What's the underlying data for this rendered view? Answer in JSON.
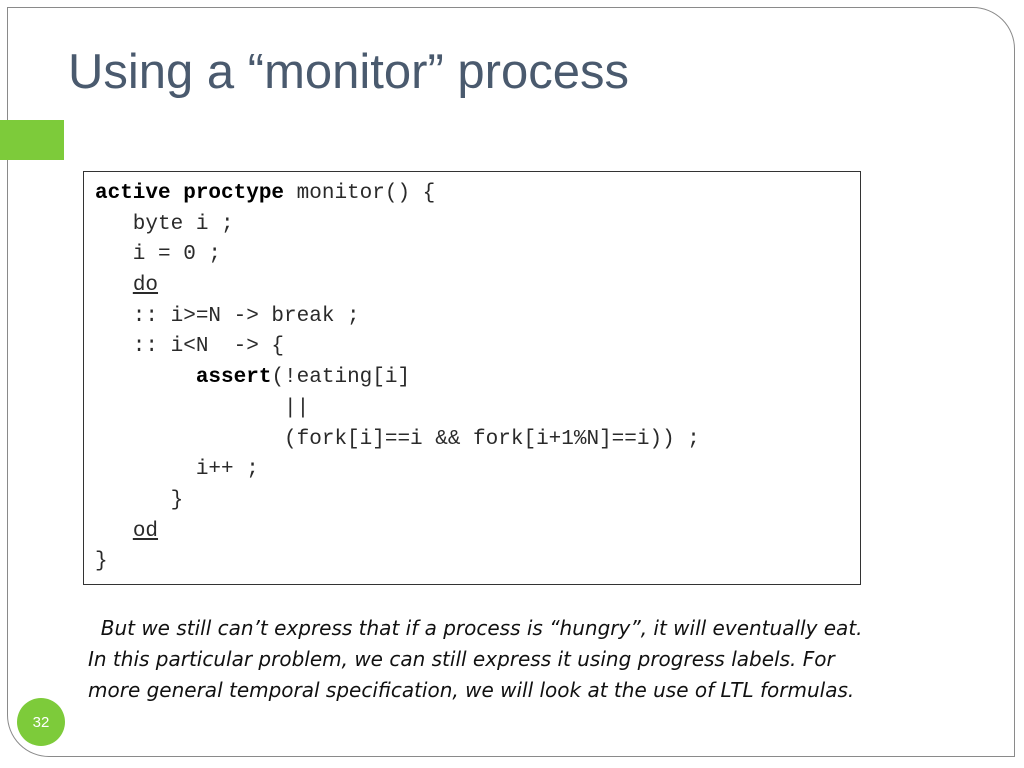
{
  "slide": {
    "title": "Using a “monitor” process",
    "page_number": "32",
    "accent_color": "#7dcb3a",
    "note": "  But we still can’t express that if a process is “hungry”, it will eventually eat. In this particular problem, we can still express it using progress labels. For more general temporal specification, we will look at the use of LTL formulas."
  },
  "code": {
    "l1": {
      "kw": "active proctype",
      "rest": " monitor() {"
    },
    "l2": {
      "text": "   byte i ;"
    },
    "l3": {
      "text": "   i = 0 ;"
    },
    "l4": {
      "indent": "   ",
      "do_kw": "do"
    },
    "l5": {
      "text": "   :: i>=N -> break ;"
    },
    "l6": {
      "text": "   :: i<N  -> {"
    },
    "l7": {
      "indent": "        ",
      "kw": "assert",
      "rest": "(!eating[i]"
    },
    "l8": {
      "text": "               ||"
    },
    "l9": {
      "text": "               (fork[i]==i && fork[i+1%N]==i)) ;"
    },
    "l10": {
      "text": "        i++ ;"
    },
    "l11": {
      "text": "      }"
    },
    "l12": {
      "indent": "   ",
      "od_kw": "od"
    },
    "l13": {
      "text": "}"
    }
  }
}
